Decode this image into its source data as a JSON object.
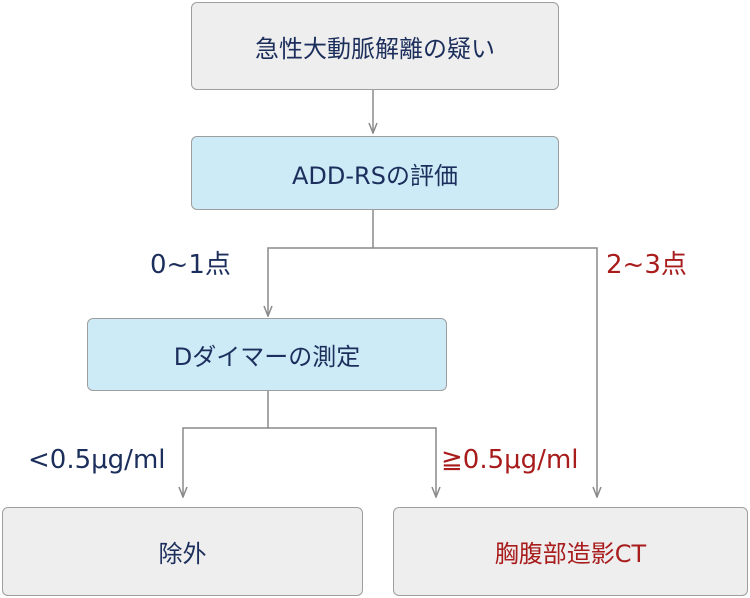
{
  "nodes": {
    "suspicion": "急性大動脈解離の疑い",
    "addrs": "ADD-RSの評価",
    "ddimer": "Dダイマーの測定",
    "exclude": "除外",
    "ct": "胸腹部造影CT"
  },
  "edge_labels": {
    "low_score": "0~1点",
    "high_score": "2~3点",
    "low_ddimer": "<0.5μg/ml",
    "high_ddimer": "≧0.5μg/ml"
  },
  "colors": {
    "line": "#8a8a8a",
    "navy_text": "#1c2f5c",
    "red_text": "#a81c1c",
    "gray_fill": "#eeeeee",
    "blue_fill": "#cdeaf7"
  }
}
